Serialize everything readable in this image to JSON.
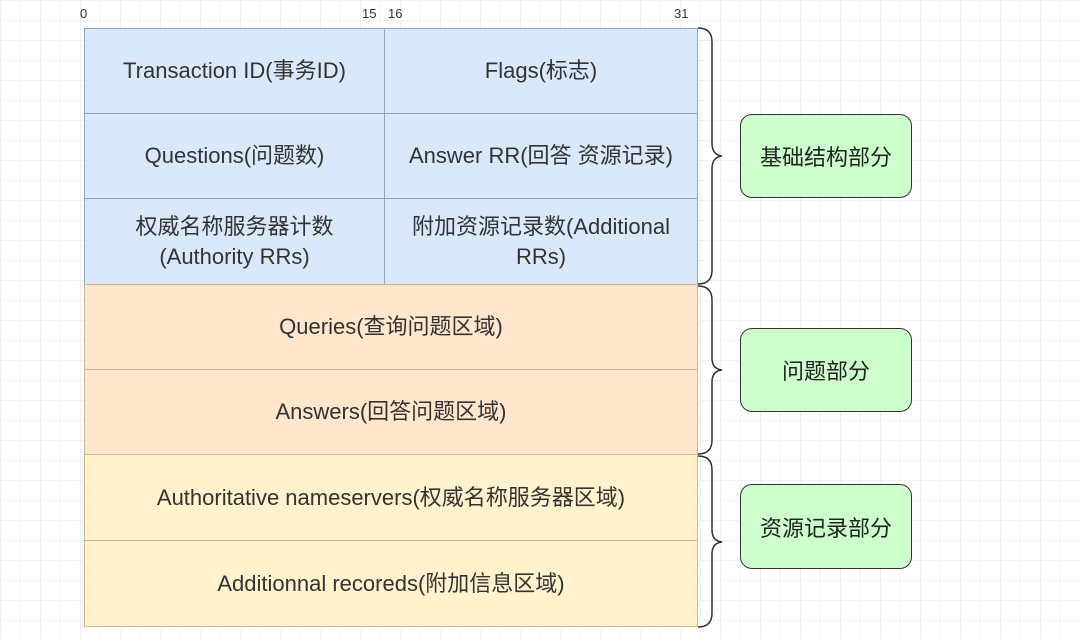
{
  "bit_labels": {
    "b0": "0",
    "b15": "15",
    "b16": "16",
    "b31": "31"
  },
  "header": {
    "transaction_id": "Transaction ID(事务ID)",
    "flags": "Flags(标志)",
    "questions": "Questions(问题数)",
    "answer_rr": "Answer RR(回答 资源记录)",
    "authority_rrs_line1": "权威名称服务器计数",
    "authority_rrs_line2": "(Authority RRs)",
    "additional_rrs_line1": "附加资源记录数(Additional",
    "additional_rrs_line2": "RRs)"
  },
  "question": {
    "queries": "Queries(查询问题区域)",
    "answers": "Answers(回答问题区域)"
  },
  "resource": {
    "authoritative": "Authoritative nameservers(权威名称服务器区域)",
    "additional": "Additionnal recoreds(附加信息区域)"
  },
  "groups": {
    "basic": "基础结构部分",
    "question": "问题部分",
    "resource": "资源记录部分"
  },
  "colors": {
    "header_fill": "#dae8fc",
    "question_fill": "#ffe6cc",
    "resource_fill": "#fff2cc",
    "label_fill": "#ccffcc"
  }
}
